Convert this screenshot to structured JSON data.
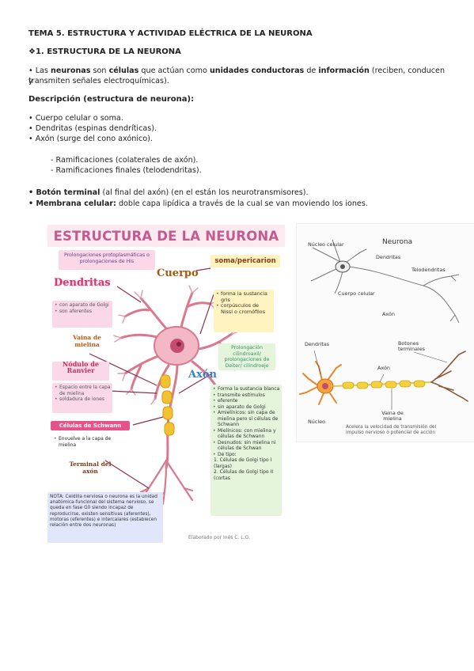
{
  "doc": {
    "title": "TEMA 5. ESTRUCTURA Y ACTIVIDAD ELÉCTRICA DE LA NEURONA",
    "section": "❖1. ESTRUCTURA DE LA NEURONA",
    "intro": {
      "p1": "• Las ",
      "b1": "neuronas",
      "p2": " son ",
      "b2": "células",
      "p3": " que actúan como ",
      "b3": "unidades conductoras",
      "p4": " de ",
      "b4": "información",
      "p5": " (reciben, conducen y",
      "line2": "transmiten señales electroquímicas)."
    },
    "desc_heading": "Descripción (estructura de neurona):",
    "bullets": [
      "• Cuerpo celular o soma.",
      "• Dendritas (espinas dendríticas).",
      "• Axón (surge del cono axónico)."
    ],
    "subs": [
      "- Ramificaciones (colaterales de axón).",
      "- Ramificaciones finales (telodendritas)."
    ],
    "boton": {
      "b": "• Botón terminal",
      "rest": " (al final del axón) (en el están los neurotransmisores)."
    },
    "membrana": {
      "b": "• Membrana celular:",
      "rest": " doble capa lipídica a través de la cual se van moviendo los iones."
    }
  },
  "info": {
    "title": "ESTRUCTURA DE LA NEURONA",
    "prolong": "Prolongaciones protoplasmáticas o prolongaciones de His",
    "dendritas": "Dendritas",
    "dend_items": [
      "con aparato de Golgi",
      "son aferentes"
    ],
    "soma": "soma/pericarion",
    "cuerpo": "Cuerpo",
    "soma_items": [
      "forma la sustancia gris",
      "corpúsculos de Nissl o cromófilos"
    ],
    "vaina": "Vaina de mielina",
    "ranvier": "Nódulo de Ranvier",
    "ranvier_items": [
      "Espacio entre la capa de mielina",
      "soldadura de iones"
    ],
    "schwann": "Células de Schwann",
    "schwann_items": [
      "Envuelve a la capa de mielina"
    ],
    "terminal": "Terminal del axón",
    "axon_prolong": "Prolongación cilindroaxil/ prolongaciones de Deiter/ cilindroeje",
    "axon": "Axón",
    "axon_items": [
      "Forma la sustancia blanca",
      "transmite estímulos",
      "eferente",
      "sin aparato de Golgi",
      "Amielínicos: sin capa de mielina pero sí células de Schwann",
      "Mielínicos: con mielina y células de Schwann",
      "Desnudos: sin mielina ni células de Schwan",
      "De tipo:"
    ],
    "axon_tipos": [
      "1. Células de Golgi tipo I (largas)",
      "2. Células de Golgi tipo II (cortas"
    ],
    "nota": "NOTA: Celdilla nerviosa o neurona es la unidad anatómica-funcional del sistema nervioso, se queda en fase G0 siendo incapaz de reproducirse, existen sensitivas (aferentes), motoras (eferentes) e intercalares (establecen relación entre dos neuronas)",
    "credit": "Elaborado por Inés C. L.O."
  },
  "fig2": {
    "nucleo_celular": "Núcleo celular",
    "neurona": "Neurona",
    "dendritas": "Dendritas",
    "telodendritas": "Telodendritas",
    "cuerpo_celular": "Cuerpo celular",
    "axon": "Axón",
    "dendritas2": "Dendritas",
    "botones": "Botones terminales",
    "axon2": "Axón",
    "nucleo": "Núcleo",
    "vaina": "Vaina de mielina",
    "caption": "Acelera la velocidad de transmisión del impulso nervioso o potencial de acción"
  }
}
